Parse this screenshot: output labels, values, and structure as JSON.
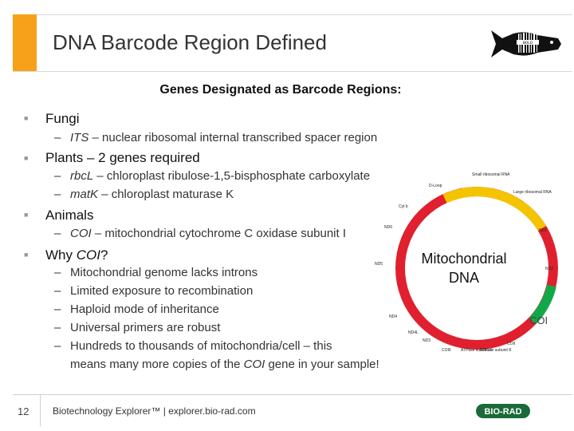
{
  "slide": {
    "title": "DNA Barcode Region Defined",
    "subheading": "Genes Designated as Barcode Regions:",
    "logo_caption": "BOLD",
    "bullets": [
      {
        "label": "Fungi",
        "sub": [
          {
            "italic": "ITS",
            "rest": " – nuclear ribosomal internal transcribed spacer region"
          }
        ]
      },
      {
        "label": "Plants – 2 genes required",
        "sub": [
          {
            "italic": "rbcL",
            "rest": " – chloroplast ribulose-1,5-bisphosphate carboxylate"
          },
          {
            "italic": "matK",
            "rest": " – chloroplast maturase K"
          }
        ]
      },
      {
        "label": "Animals",
        "sub": [
          {
            "italic": "COI",
            "rest": " – mitochondrial cytochrome C oxidase subunit I"
          }
        ]
      },
      {
        "label_prefix": "Why ",
        "label_italic": "COI",
        "label_suffix": "?",
        "sub_plain": [
          "Mitochondrial genome lacks introns",
          "Limited exposure to recombination",
          "Haploid mode of inheritance",
          "Universal primers are robust",
          "Hundreds to thousands of mitochondria/cell – this"
        ],
        "continuation_prefix": "means many more copies of the ",
        "continuation_italic": "COI",
        "continuation_suffix": " gene in your sample!"
      }
    ],
    "diagram": {
      "caption_line1": "Mitochondrial",
      "caption_line2": "DNA",
      "coi_label": "COI",
      "labels": [
        "Small ribosomal RNA",
        "Large ribosomal RNA",
        "D-Loop",
        "Cyt b",
        "ND6",
        "ND5",
        "ND1",
        "ND2",
        "ND4",
        "ND4L",
        "ND3",
        "COIII",
        "ATPase subunit 6",
        "ATPase subunit 8",
        "COII"
      ],
      "colors": {
        "yellow": "#f5c400",
        "red": "#e0202e",
        "green": "#12a84a",
        "gray": "#999999"
      }
    },
    "footer": {
      "page_number": "12",
      "text": "Biotechnology Explorer™ |  explorer.bio-rad.com",
      "brand": "BIO-RAD"
    },
    "colors": {
      "accent": "#f7a11a",
      "brand": "#1a6a3a"
    }
  }
}
